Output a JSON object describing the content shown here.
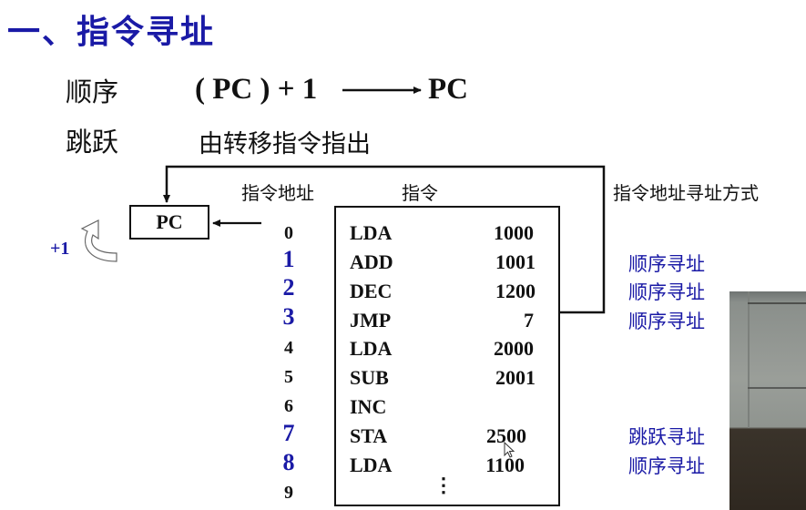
{
  "slide": {
    "title": "一、指令寻址",
    "sequential": {
      "label": "顺序",
      "formula_left": "( PC ) + 1",
      "formula_right": "PC"
    },
    "jump": {
      "label": "跳跃",
      "description": "由转移指令指出"
    },
    "diagram": {
      "pc_label": "PC",
      "increment_label": "+1",
      "col_address_header": "指令地址",
      "col_instruction_header": "指令",
      "col_mode_header": "指令地址寻址方式",
      "rows": [
        {
          "address": "0",
          "opcode": "LDA",
          "operand": "1000",
          "mode": "",
          "highlight": false
        },
        {
          "address": "1",
          "opcode": "ADD",
          "operand": "1001",
          "mode": "顺序寻址",
          "highlight": true
        },
        {
          "address": "2",
          "opcode": "DEC",
          "operand": "1200",
          "mode": "顺序寻址",
          "highlight": true
        },
        {
          "address": "3",
          "opcode": "JMP",
          "operand": "7",
          "mode": "顺序寻址",
          "highlight": true
        },
        {
          "address": "4",
          "opcode": "LDA",
          "operand": "2000",
          "mode": "",
          "highlight": false
        },
        {
          "address": "5",
          "opcode": "SUB",
          "operand": "2001",
          "mode": "",
          "highlight": false
        },
        {
          "address": "6",
          "opcode": "INC",
          "operand": "",
          "mode": "",
          "highlight": false
        },
        {
          "address": "7",
          "opcode": "STA",
          "operand": "2500",
          "mode": "跳跃寻址",
          "highlight": true
        },
        {
          "address": "8",
          "opcode": "LDA",
          "operand": "1100",
          "mode": "顺序寻址",
          "highlight": true
        },
        {
          "address": "9",
          "opcode": "",
          "operand": "",
          "mode": "",
          "highlight": false
        }
      ],
      "ellipsis": "⋮"
    },
    "colors": {
      "title_blue": "#1a1aa6",
      "text_black": "#111111",
      "background": "#ffffff"
    }
  }
}
